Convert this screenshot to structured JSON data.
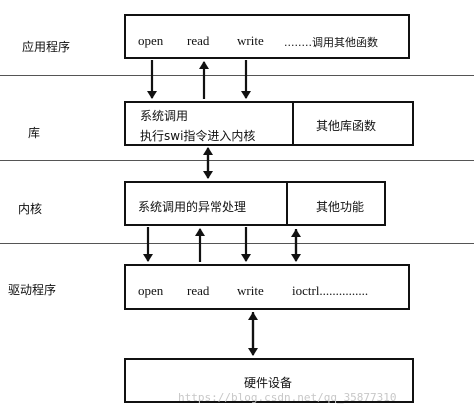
{
  "layers": {
    "app": "应用程序",
    "lib": "库",
    "kernel": "内核",
    "driver": "驱动程序"
  },
  "app_box": {
    "calls": [
      "open",
      "read",
      "write",
      "........调用其他函数"
    ]
  },
  "lib_box": {
    "left_line1": "系统调用",
    "left_line2": "执行swi指令进入内核",
    "right": "其他库函数"
  },
  "kernel_box": {
    "left": "系统调用的异常处理",
    "right": "其他功能"
  },
  "driver_box": {
    "calls": [
      "open",
      "read",
      "write",
      "ioctrl..............."
    ]
  },
  "hardware_box": {
    "label": "硬件设备"
  },
  "watermark": "https://blog.csdn.net/qq_35877310"
}
